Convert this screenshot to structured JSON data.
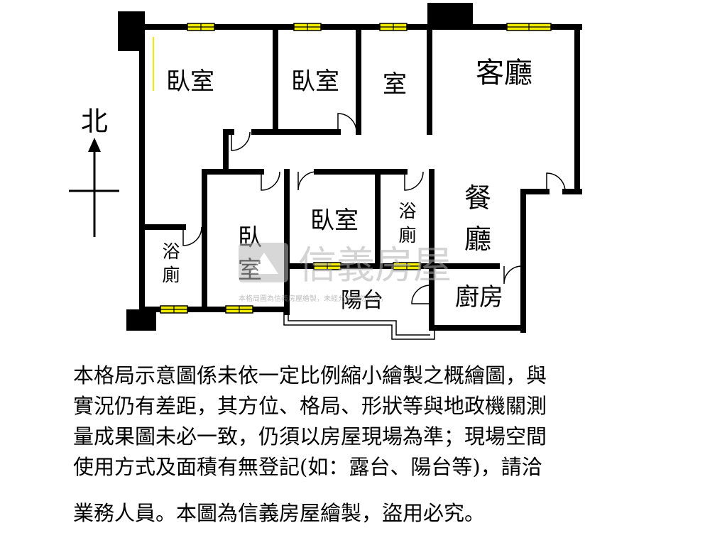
{
  "rooms": {
    "bedroom_nw": "臥室",
    "bedroom_n": "臥室",
    "room_n": "室",
    "living_room": "客廳",
    "dining_1": "餐",
    "dining_2": "廳",
    "bedroom_w_1": "臥",
    "bedroom_w_2": "室",
    "bedroom_c": "臥室",
    "bath_c_1": "浴",
    "bath_c_2": "廁",
    "bath_w_1": "浴",
    "bath_w_2": "廁",
    "balcony": "陽台",
    "kitchen": "廚房"
  },
  "compass": {
    "north": "北"
  },
  "watermark": {
    "brand": "信義房屋",
    "notice": "本格局圖為信義房屋繪製，未經允許請勿盜用，"
  },
  "disclaimer": {
    "line1": "本格局示意圖係未依一定比例縮小繪製之概繪圖，與",
    "line2": "實況仍有差距，其方位、格局、形狀等與地政機關測",
    "line3": "量成果圖未必一致，仍須以房屋現場為準；現場空間",
    "line4": "使用方式及面積有無登記(如：露台、陽台等)，請洽",
    "line5": "業務人員。本圖為信義房屋繪製，盜用必究。"
  },
  "colors": {
    "wall": "#000000",
    "window": "#f2ec00",
    "watermark": "#c9c9c9"
  }
}
